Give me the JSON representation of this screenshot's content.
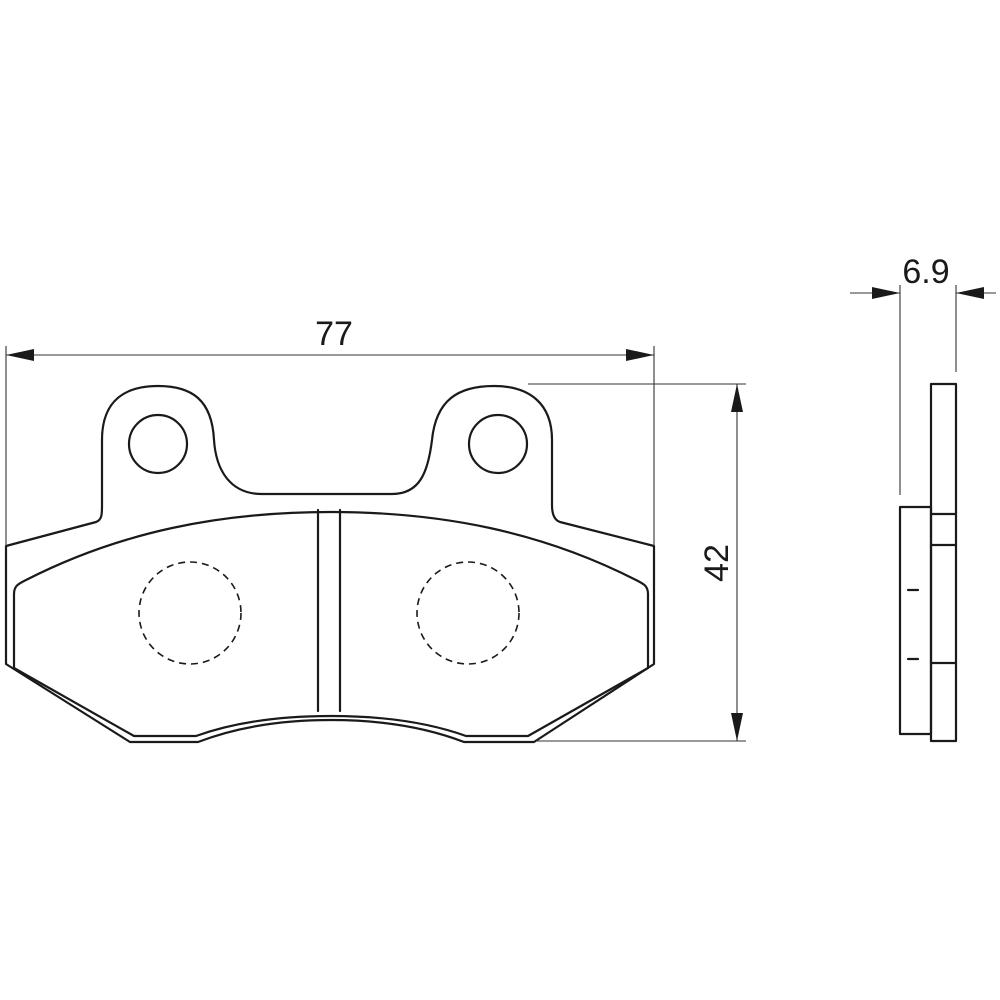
{
  "dimensions": {
    "length": "77",
    "height": "42",
    "thickness": "6.9"
  },
  "colors": {
    "line": "#1a1a1a",
    "background": "#ffffff"
  }
}
